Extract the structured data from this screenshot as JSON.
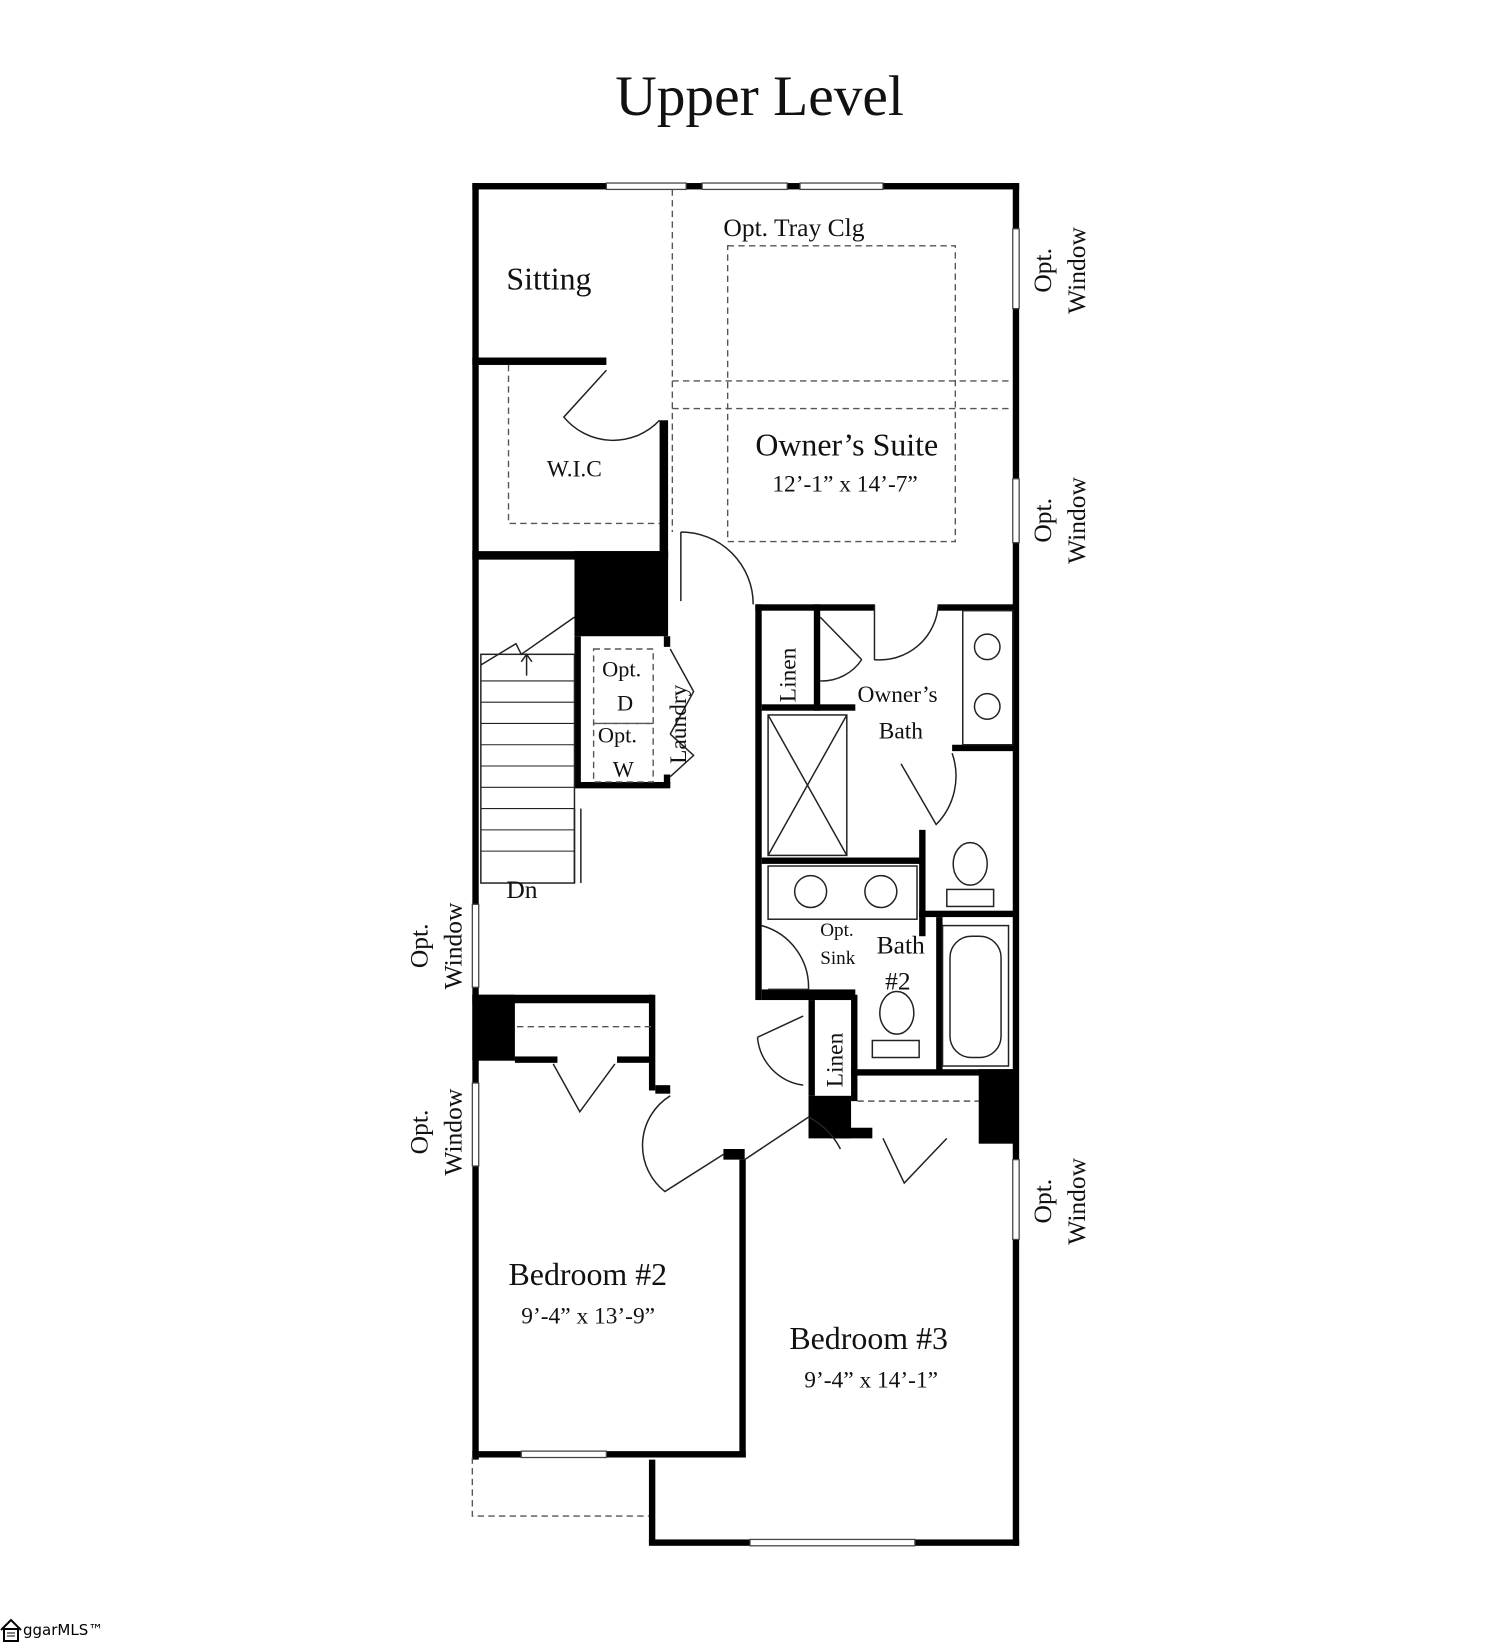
{
  "title": "Upper Level",
  "rooms": {
    "sitting": "Sitting",
    "tray": "Opt. Tray Clg",
    "owners_suite": "Owner’s Suite",
    "owners_suite_dim": "12’-1” x 14’-7”",
    "wic": "W.I.C",
    "linen1": "Linen",
    "owners_bath_1": "Owner’s",
    "owners_bath_2": "Bath",
    "laundry": "Laundry",
    "opt_d_1": "Opt.",
    "opt_d_2": "D",
    "opt_w_1": "Opt.",
    "opt_w_2": "W",
    "dn": "Dn",
    "opt_sink_1": "Opt.",
    "opt_sink_2": "Sink",
    "bath2_1": "Bath",
    "bath2_2": "#2",
    "linen2": "Linen",
    "bed2": "Bedroom #2",
    "bed2_dim": "9’-4” x 13’-9”",
    "bed3": "Bedroom #3",
    "bed3_dim": "9’-4” x 14’-1”"
  },
  "opt_window": {
    "line1": "Opt.",
    "line2": "Window"
  },
  "watermark": "ggarMLS™",
  "watermark_icon": "house-icon"
}
